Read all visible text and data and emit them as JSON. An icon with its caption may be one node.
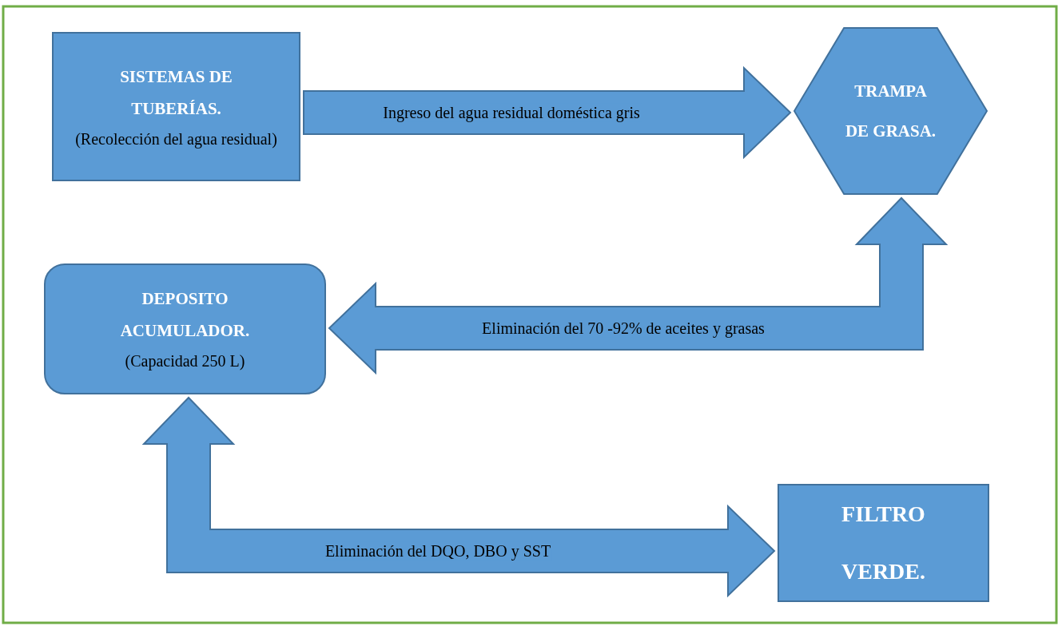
{
  "diagram": {
    "nodes": [
      {
        "text": [
          "SISTEMAS DE TUBERÍAS.",
          "(Recolección del agua residual)"
        ]
      },
      {
        "text": [
          "TRAMPA DE GRASA."
        ]
      },
      {
        "text": [
          "DEPOSITO ACUMULADOR.",
          "(Capacidad 250 L)"
        ]
      },
      {
        "text": [
          "FILTRO VERDE."
        ]
      }
    ],
    "edges": [
      {
        "from": 0,
        "to": 1,
        "arrow": "to",
        "label": "Ingreso del agua residual doméstica gris"
      },
      {
        "from": 1,
        "to": 2,
        "arrow": "both",
        "label": "Eliminación del 70 -92% de aceites y grasas"
      },
      {
        "from": 2,
        "to": 3,
        "arrow": "both",
        "label": "Eliminación del DQO, DBO y SST"
      }
    ]
  }
}
